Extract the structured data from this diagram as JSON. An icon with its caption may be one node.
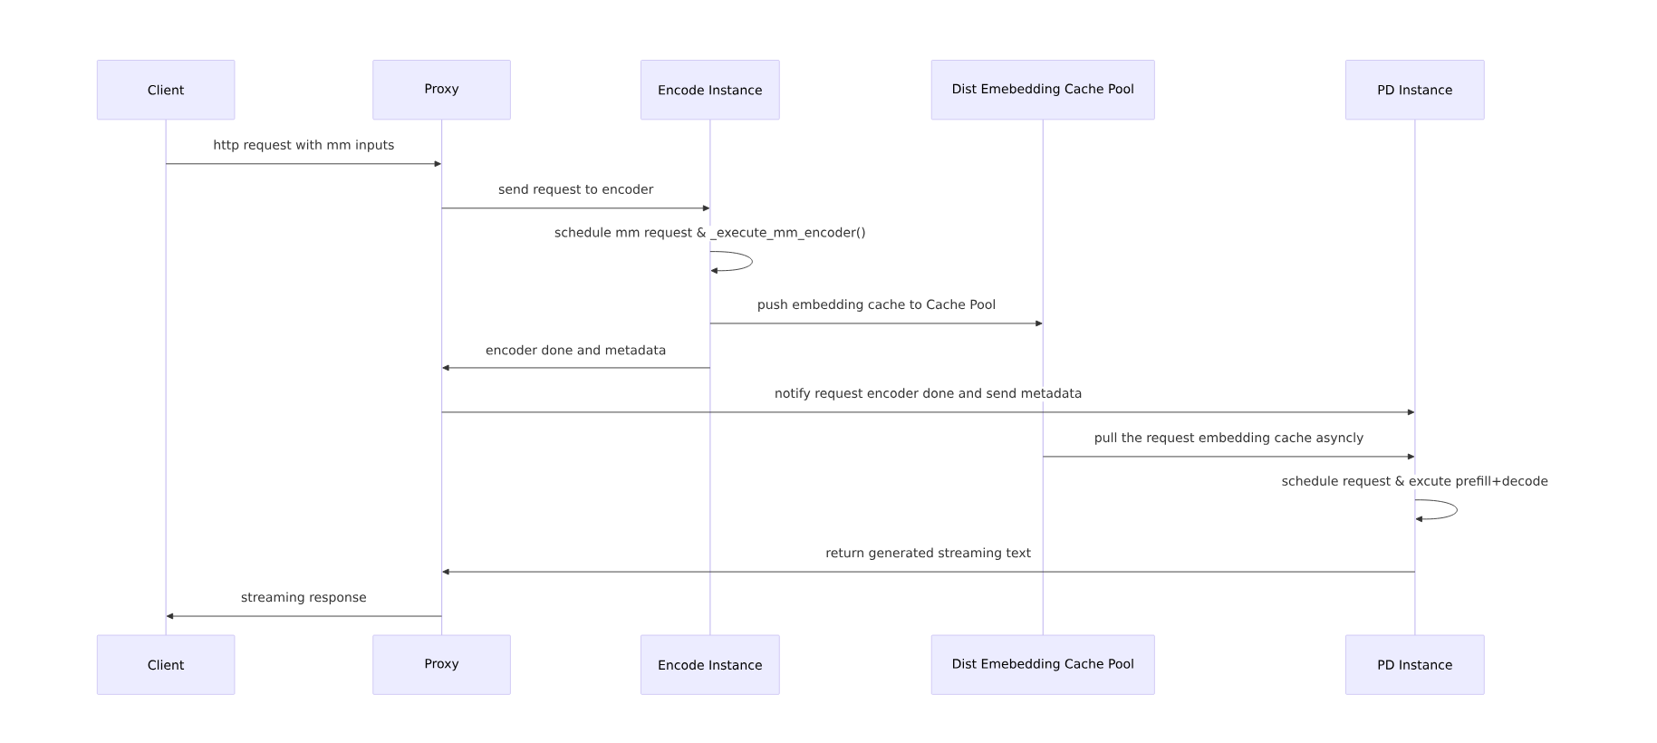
{
  "diagram": {
    "nodes": [
      {
        "text": [
          "Client"
        ]
      },
      {
        "text": [
          "Proxy"
        ]
      },
      {
        "text": [
          "Encode Instance"
        ]
      },
      {
        "text": [
          "Dist Emebedding Cache Pool"
        ]
      },
      {
        "text": [
          "PD Instance"
        ]
      },
      {
        "text": [
          "Client"
        ]
      },
      {
        "text": [
          "Proxy"
        ]
      },
      {
        "text": [
          "Encode Instance"
        ]
      },
      {
        "text": [
          "Dist Emebedding Cache Pool"
        ]
      },
      {
        "text": [
          "PD Instance"
        ]
      },
      {
        "text": [],
        "shape": "bar"
      },
      {
        "text": [],
        "shape": "bar"
      },
      {
        "text": [],
        "shape": "bar"
      },
      {
        "text": [],
        "shape": "bar"
      },
      {
        "text": [],
        "shape": "bar"
      }
    ],
    "edges": [
      {
        "from": 10,
        "to": 11,
        "arrow": "to",
        "label": "http request with mm inputs"
      },
      {
        "from": 11,
        "to": 12,
        "arrow": "to",
        "label": "send request to encoder"
      },
      {
        "from": 12,
        "to": 12,
        "arrow": "to",
        "label": "schedule mm request & _execute_mm_encoder()"
      },
      {
        "from": 12,
        "to": 13,
        "arrow": "to",
        "label": "push embedding cache to Cache Pool"
      },
      {
        "from": 12,
        "to": 11,
        "arrow": "to",
        "label": "encoder done and metadata"
      },
      {
        "from": 11,
        "to": 14,
        "arrow": "to",
        "label": "notify request encoder done and send metadata"
      },
      {
        "from": 13,
        "to": 14,
        "arrow": "to",
        "label": "pull the request embedding cache asyncly"
      },
      {
        "from": 14,
        "to": 14,
        "arrow": "to",
        "label": "schedule request & excute prefill+decode"
      },
      {
        "from": 14,
        "to": 11,
        "arrow": "to",
        "label": "return generated streaming text"
      },
      {
        "from": 11,
        "to": 10,
        "arrow": "to",
        "label": "streaming response"
      }
    ]
  }
}
